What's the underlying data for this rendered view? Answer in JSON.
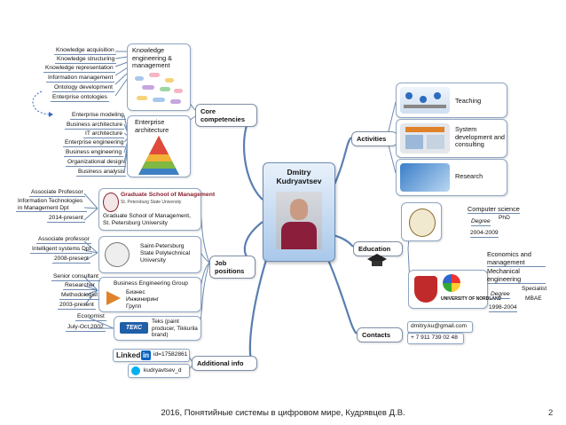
{
  "center": {
    "name": "Dmitry Kudryavtsev"
  },
  "branches": {
    "core": "Core competencies",
    "job": "Job positions",
    "additional": "Additional info",
    "activities": "Activities",
    "education": "Education",
    "contacts": "Contacts"
  },
  "knowledge": {
    "title": "Knowledge engineering & management",
    "items": [
      "Knowledge acquisition",
      "Knowledge structuring",
      "Knowledge representation",
      "Information management",
      "Ontology development",
      "Enterprise ontologies"
    ]
  },
  "enterprise": {
    "title": "Enterprise architecture",
    "items": [
      "Enterprise modeling",
      "Business architecture",
      "IT architecture",
      "Enterprise engineering",
      "Business engineering",
      "Organizational design",
      "Business analysis"
    ]
  },
  "jobs": [
    {
      "org_title": "Graduate School of Management",
      "org_sub": "St. Petersburg State University",
      "org_desc": "Graduate School of Management, St. Petersburg University",
      "items": [
        "Associate Professor",
        "Information Technologies in Management Dpt",
        "2014-present"
      ]
    },
    {
      "org_desc": "Saint-Petersburg State Polytechnical University",
      "items": [
        "Associate professor",
        "Intelligent systems Dpt",
        "2008-present"
      ]
    },
    {
      "org_desc": "Business Engineering Group",
      "logo_lines": [
        "Бизнес",
        "Инжиниринг",
        "Групп"
      ],
      "items": [
        "Senior consultant",
        "Researcher",
        "Methodologist",
        "2003-present"
      ]
    },
    {
      "org_logo": "ТЕКС",
      "org_desc": "Teks (paint producer, Tikkurila brand)",
      "items": [
        "Economist",
        "July-Oct 2002"
      ]
    }
  ],
  "additional": {
    "linkedin_brand": "Linked",
    "linkedin_in": "in",
    "linkedin_id": "id=17582861",
    "skype": "kudryavtsev_d"
  },
  "activities": [
    "Teaching",
    "System development and consulting",
    "Research"
  ],
  "education": [
    {
      "field": "Computer science",
      "degree_label": "Degree",
      "degree": "PhD",
      "years": "2004-2009"
    },
    {
      "field": "Economics and management",
      "field2": "Mechanical engineering",
      "degree_label": "Degree",
      "degree": "Specialist",
      "degree2": "MBAE",
      "years": "1998-2004",
      "logo_text": "UNIVERSITY OF NORDLAND"
    }
  ],
  "contacts": [
    "dmitry.ku@gmail.com",
    "+ 7 911 739 02 48"
  ],
  "footer": "2016, Понятийные системы в цифровом мире, Кудрявцев Д.В.",
  "page": "2"
}
